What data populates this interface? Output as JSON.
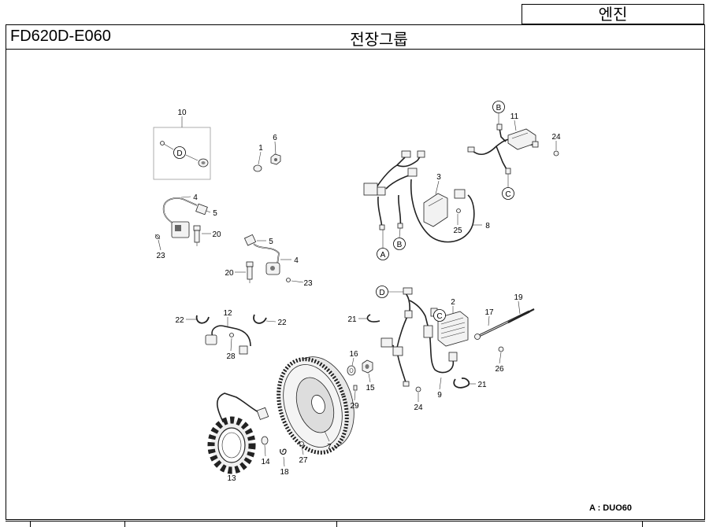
{
  "header": {
    "group": "엔진",
    "code": "FD620D-E060",
    "title": "전장그룹"
  },
  "callouts": [
    "10",
    "1",
    "6",
    "4",
    "5",
    "20",
    "23",
    "5",
    "4",
    "20",
    "23",
    "11",
    "24",
    "3",
    "25",
    "8",
    "2",
    "17",
    "19",
    "21",
    "26",
    "21",
    "9",
    "24",
    "16",
    "15",
    "29",
    "12",
    "22",
    "22",
    "28",
    "7",
    "14",
    "27",
    "18",
    "13"
  ],
  "markers": [
    "D",
    "B",
    "C",
    "A",
    "B",
    "D",
    "C"
  ],
  "footnote": "A : DUO60"
}
